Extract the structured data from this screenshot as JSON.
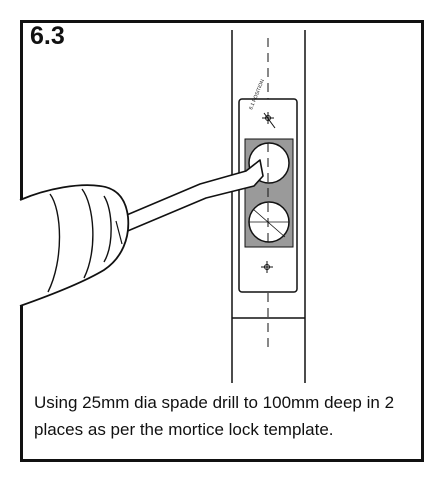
{
  "step": {
    "number": "6.3"
  },
  "template": {
    "mark_text": "6.1 POSITION"
  },
  "caption": {
    "text": "Using 25mm dia spade drill to 100mm deep in 2 places as per the mortice lock template."
  }
}
